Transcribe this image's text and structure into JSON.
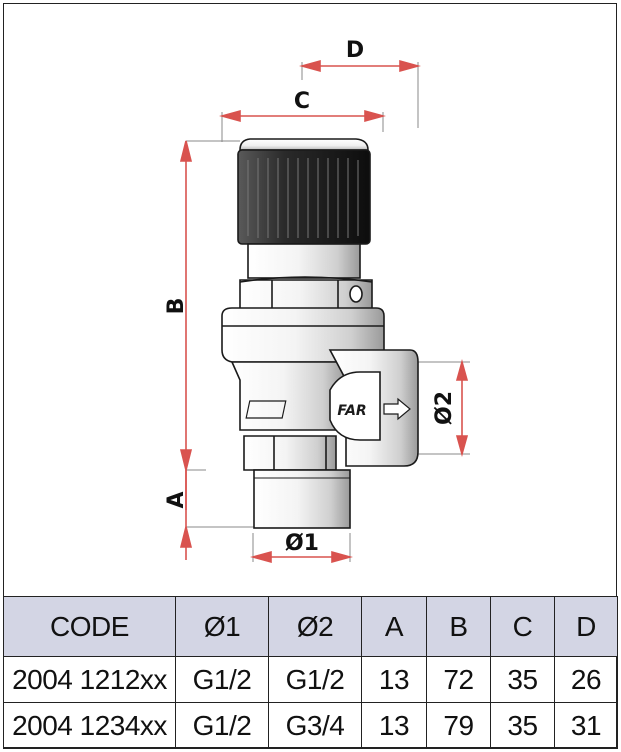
{
  "dimension_labels": {
    "a": "A",
    "b": "B",
    "c": "C",
    "d": "D",
    "dia1": "Ø1",
    "dia2": "Ø2"
  },
  "valve_marking": {
    "brand": "FAR"
  },
  "colors": {
    "dimension_arrow": "#d9534f",
    "outline": "#1a1a1a",
    "header_fill": "#d3d5e4"
  },
  "table": {
    "headers": [
      "CODE",
      "Ø1",
      "Ø2",
      "A",
      "B",
      "C",
      "D"
    ],
    "rows": [
      [
        "2004 1212xx",
        "G1/2",
        "G1/2",
        "13",
        "72",
        "35",
        "26"
      ],
      [
        "2004 1234xx",
        "G1/2",
        "G3/4",
        "13",
        "79",
        "35",
        "31"
      ]
    ]
  }
}
